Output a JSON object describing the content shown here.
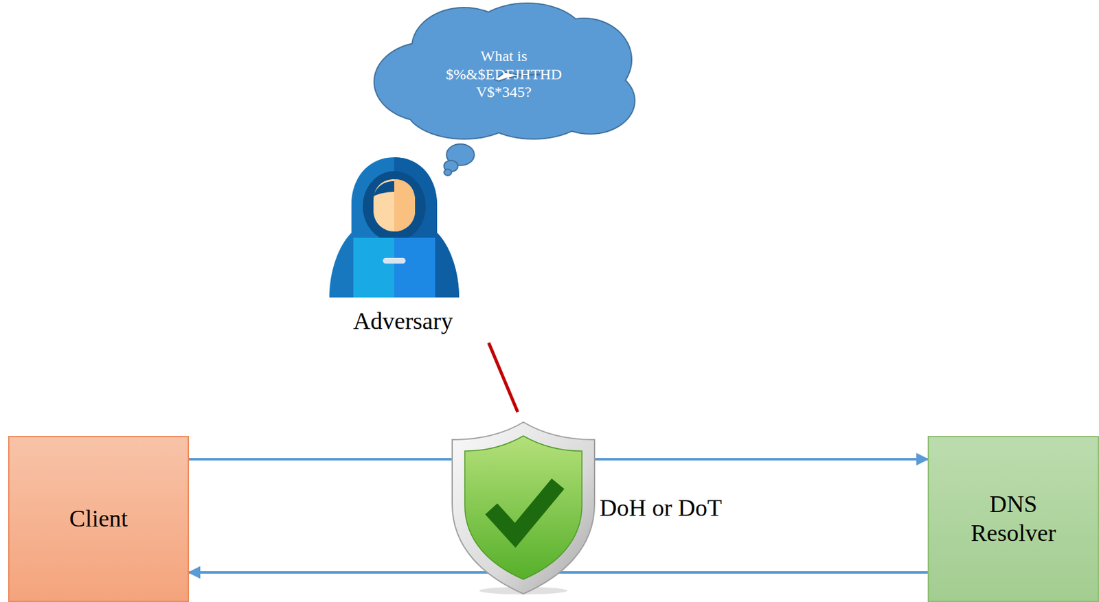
{
  "diagram": {
    "nodes": [
      {
        "text": [
          "What is $%&$EDFJHTHD V$*345?"
        ]
      },
      {
        "text": [
          "Client"
        ]
      },
      {
        "text": [
          "DNS Resolver"
        ]
      }
    ],
    "edges": [
      {
        "from": 1,
        "to": 2,
        "arrow": "to"
      },
      {
        "from": 2,
        "to": 1,
        "arrow": "to"
      }
    ],
    "labels": [
      "Adversary",
      "DoH or DoT"
    ]
  }
}
